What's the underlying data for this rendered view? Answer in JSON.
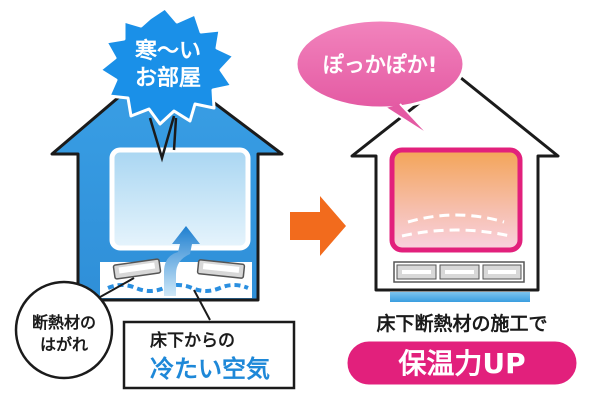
{
  "left_house": {
    "speech_bubble": {
      "line1": "寒〜い",
      "line2": "お部屋"
    }
  },
  "right_house": {
    "speech_bubble": {
      "text": "ぽっかぽか!"
    }
  },
  "labels": {
    "insulation_peeling": {
      "line1": "断熱材の",
      "line2": "はがれ"
    },
    "cold_air": {
      "line1": "床下からの",
      "line2": "冷たい空気"
    },
    "caption": "床下断熱材の施工で",
    "result_badge": "保温力UP"
  },
  "colors": {
    "cold_blue": "#1e88d8",
    "warm_magenta": "#e2207c",
    "arrow_orange": "#f26b1d",
    "room_warm_top": "#f4a457",
    "room_warm_bottom": "#f9d2e0"
  }
}
